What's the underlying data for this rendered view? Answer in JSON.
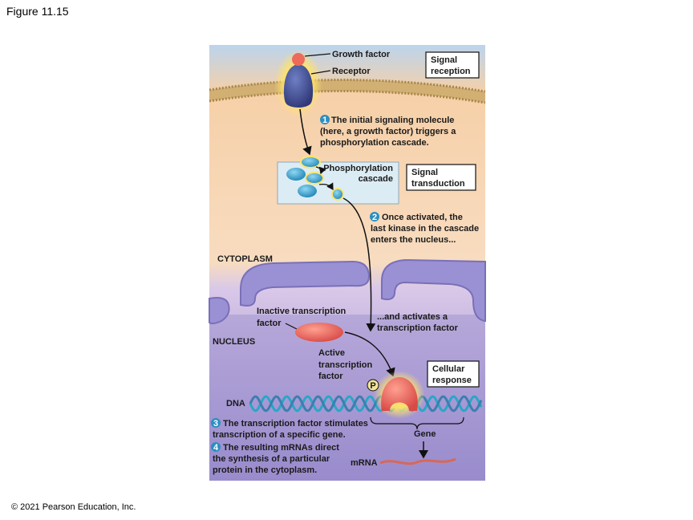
{
  "figure_title": "Figure 11.15",
  "copyright": "© 2021 Pearson Education, Inc.",
  "labels": {
    "growth_factor": "Growth factor",
    "receptor": "Receptor",
    "phosphorylation_cascade": [
      "Phosphorylation",
      "cascade"
    ],
    "cytoplasm": "CYTOPLASM",
    "nucleus": "NUCLEUS",
    "inactive_tf": [
      "Inactive transcription",
      "factor"
    ],
    "active_tf": [
      "Active",
      "transcription",
      "factor"
    ],
    "and_activates": [
      "...and activates a",
      "transcription factor"
    ],
    "dna": "DNA",
    "gene": "Gene",
    "mrna": "mRNA",
    "phosphate": "P"
  },
  "boxes": {
    "signal_reception": [
      "Signal",
      "reception"
    ],
    "signal_transduction": [
      "Signal",
      "transduction"
    ],
    "cellular_response": [
      "Cellular",
      "response"
    ]
  },
  "steps": [
    {
      "number": "1",
      "lines": [
        "The initial signaling molecule",
        "(here, a growth factor) triggers a",
        "phosphorylation cascade."
      ]
    },
    {
      "number": "2",
      "lines": [
        "Once activated, the",
        "last kinase in the cascade",
        "enters the nucleus..."
      ]
    },
    {
      "number": "3",
      "lines": [
        "The transcription factor stimulates",
        "transcription of a specific gene."
      ]
    },
    {
      "number": "4",
      "lines": [
        "The resulting mRNAs direct",
        "the synthesis of a particular",
        "protein in the cytoplasm."
      ]
    }
  ],
  "colors": {
    "cytoplasm": "#f8d7b0",
    "nucleus": "#9e90cf",
    "membrane": "#c9a866",
    "nuclear_envelope": "#8e84c8",
    "receptor": "#3d4a8c",
    "kinase": "#2d9bc9",
    "transcription_factor": "#e8605a",
    "step_badge": "#2a8fc0",
    "glow": "#ffd84a"
  }
}
